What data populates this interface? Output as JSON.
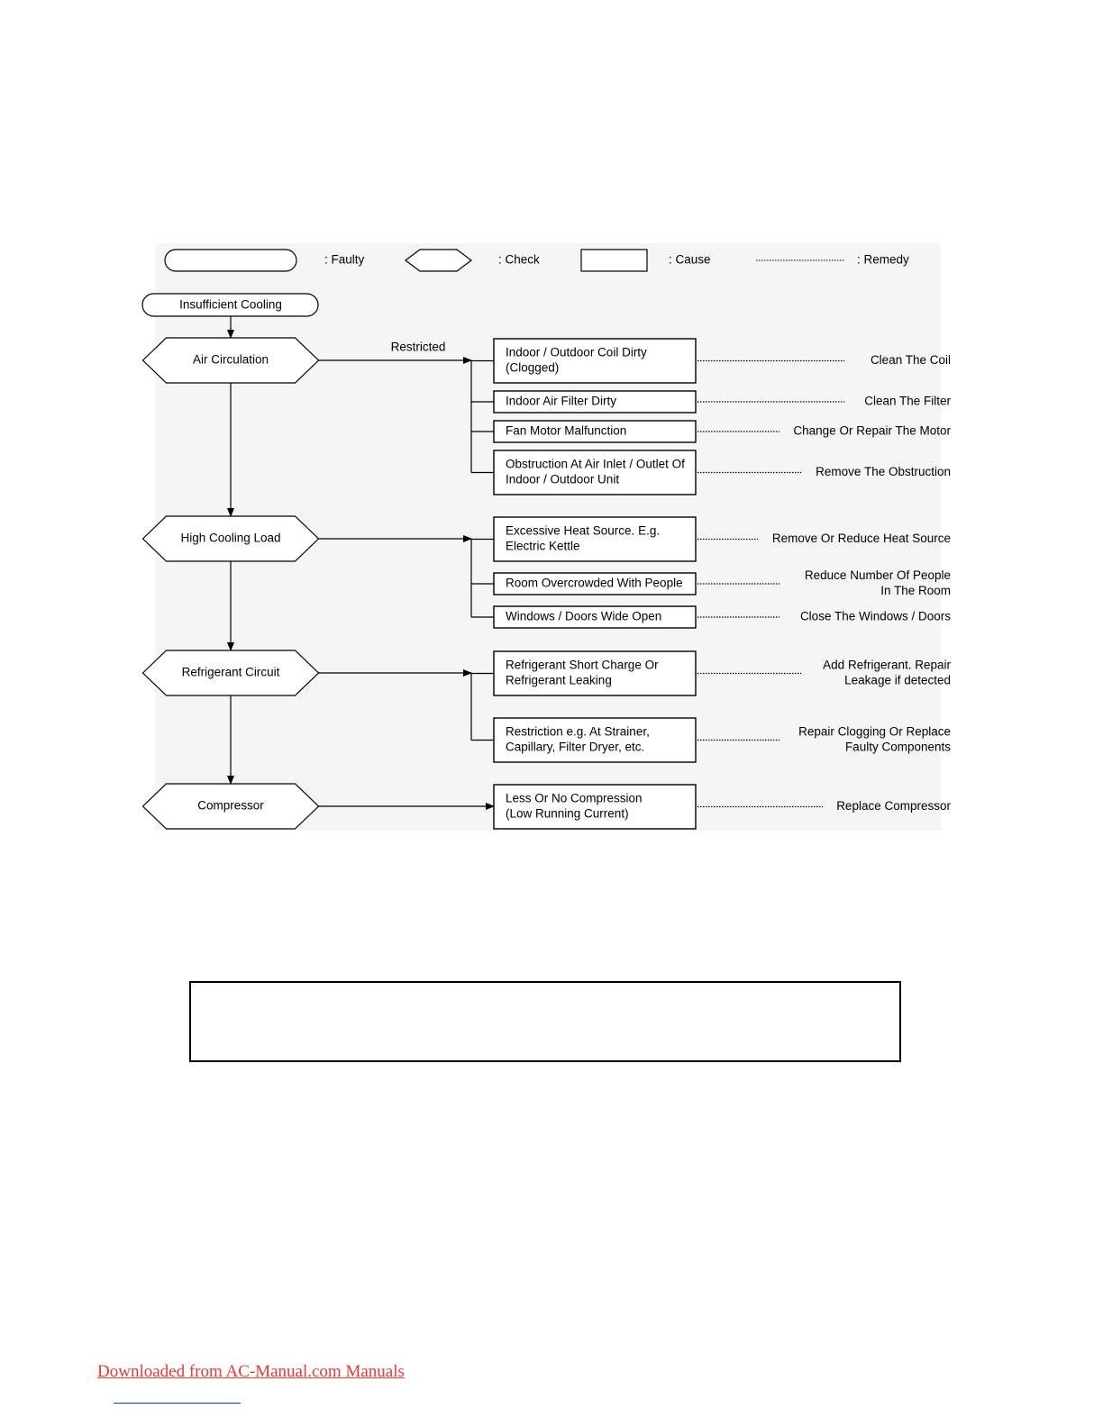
{
  "legend": {
    "faulty": ":  Faulty",
    "check": ":  Check",
    "cause": ":  Cause",
    "remedy": ": Remedy"
  },
  "start": "Insufficient Cooling",
  "restricted_label": "Restricted",
  "checks": [
    {
      "label": "Air Circulation",
      "causes": [
        {
          "lines": [
            "Indoor / Outdoor Coil Dirty",
            "(Clogged)"
          ],
          "remedy": [
            "Clean The Coil"
          ]
        },
        {
          "lines": [
            "Indoor Air Filter Dirty"
          ],
          "remedy": [
            "Clean The Filter"
          ]
        },
        {
          "lines": [
            "Fan Motor Malfunction"
          ],
          "remedy": [
            "Change Or Repair The Motor"
          ]
        },
        {
          "lines": [
            "Obstruction At Air Inlet / Outlet Of",
            "Indoor / Outdoor Unit"
          ],
          "remedy": [
            "Remove The Obstruction"
          ]
        }
      ]
    },
    {
      "label": "High Cooling Load",
      "causes": [
        {
          "lines": [
            "Excessive Heat Source. E.g.",
            "Electric Kettle"
          ],
          "remedy": [
            "Remove Or Reduce Heat Source"
          ]
        },
        {
          "lines": [
            "Room Overcrowded With People"
          ],
          "remedy": [
            "Reduce Number Of People",
            "In The Room"
          ]
        },
        {
          "lines": [
            "Windows / Doors Wide Open"
          ],
          "remedy": [
            "Close The Windows / Doors"
          ]
        }
      ]
    },
    {
      "label": "Refrigerant Circuit",
      "causes": [
        {
          "lines": [
            "Refrigerant Short Charge Or",
            "Refrigerant Leaking"
          ],
          "remedy": [
            "Add Refrigerant. Repair",
            "Leakage if detected"
          ]
        },
        {
          "lines": [
            "Restriction e.g. At Strainer,",
            "Capillary, Filter Dryer, etc."
          ],
          "remedy": [
            "Repair Clogging Or Replace",
            "Faulty Components"
          ]
        }
      ]
    },
    {
      "label": "Compressor",
      "causes": [
        {
          "lines": [
            "Less Or No Compression",
            "(Low Running Current)"
          ],
          "remedy": [
            "Replace Compressor"
          ]
        }
      ]
    }
  ],
  "footer": {
    "link": "Downloaded from AC-Manual.com Manuals"
  },
  "colors": {
    "background_panel": "#f5f5f5",
    "stroke": "#000000",
    "link": "#e53935",
    "link_rule": "#1a3fc4"
  }
}
